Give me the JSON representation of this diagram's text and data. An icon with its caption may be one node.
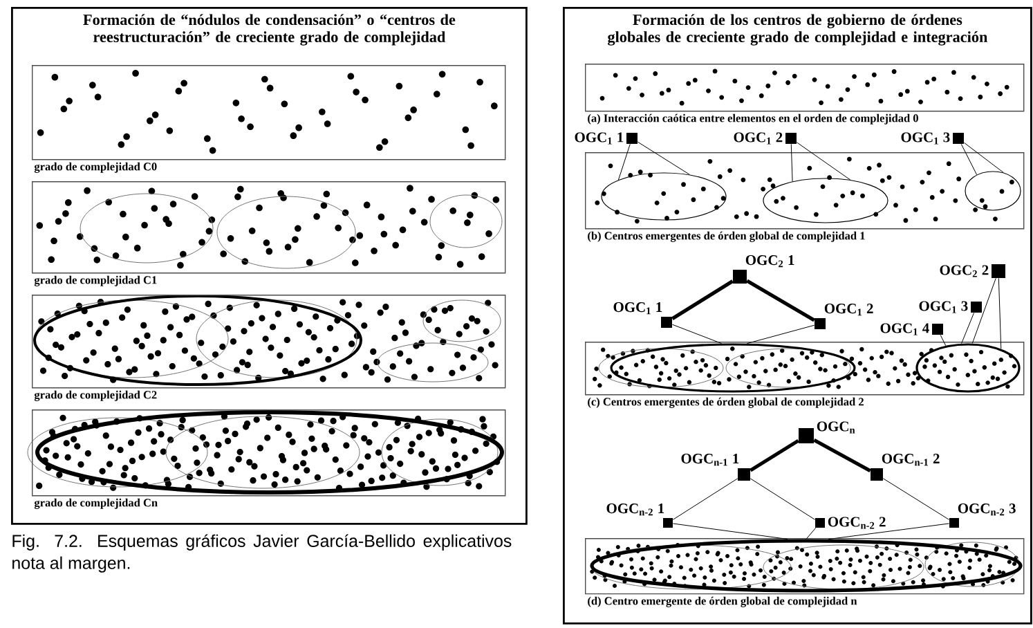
{
  "diagram": {
    "caption": "Fig. 7.2. Esquemas gráficos Javier García-Bellido explicativos nota al margen.",
    "nodes": [
      {
        "text": [
          "Formación de “nódulos de condensación” o “centros de reestructuración” de creciente grado de complejidad"
        ]
      },
      {
        "text": [
          "grado de complejidad C0"
        ],
        "in": 0
      },
      {
        "text": [
          "grado de complejidad C1"
        ],
        "in": 0
      },
      {
        "text": [
          "grado de complejidad C2"
        ],
        "in": 0
      },
      {
        "text": [
          "grado de complejidad Cn"
        ],
        "in": 0
      },
      {
        "text": [
          "Formación de los centros de gobierno de órdenes globales de creciente grado de complejidad e integración"
        ]
      },
      {
        "text": [
          "(a) Interacción caótica entre elementos en el orden de complejidad 0"
        ],
        "in": 5
      },
      {
        "text": [
          "(b) Centros emergentes de órden global de complejidad 1"
        ],
        "in": 5
      },
      {
        "text": [
          "(c) Centros emergentes de órden global de complejidad 2"
        ],
        "in": 5
      },
      {
        "text": [
          "(d) Centro emergente de órden global de complejidad n"
        ],
        "in": 5
      },
      {
        "text": [
          "OGC$_{1}$ 1"
        ],
        "in": 5
      },
      {
        "text": [
          "OGC$_{1}$ 2"
        ],
        "in": 5
      },
      {
        "text": [
          "OGC$_{1}$ 3"
        ],
        "in": 5
      },
      {
        "text": [],
        "shape": "ellipse",
        "in": 7
      },
      {
        "text": [],
        "shape": "ellipse",
        "in": 7
      },
      {
        "text": [],
        "shape": "ellipse",
        "in": 7
      },
      {
        "text": [
          "OGC$_{2}$ 1"
        ],
        "in": 5
      },
      {
        "text": [
          "OGC$_{2}$ 2"
        ],
        "in": 5
      },
      {
        "text": [
          "OGC$_{1}$ 1"
        ],
        "in": 5
      },
      {
        "text": [
          "OGC$_{1}$ 2"
        ],
        "in": 5
      },
      {
        "text": [
          "OGC$_{1}$ 3"
        ],
        "in": 5
      },
      {
        "text": [
          "OGC$_{1}$ 4"
        ],
        "in": 5
      },
      {
        "text": [],
        "shape": "ellipse",
        "in": 8
      },
      {
        "text": [],
        "shape": "ellipse",
        "in": 8
      },
      {
        "text": [
          "OGC$_{n}$"
        ],
        "in": 5
      },
      {
        "text": [
          "OGC$_{n-1}$ 1"
        ],
        "in": 5
      },
      {
        "text": [
          "OGC$_{n-1}$ 2"
        ],
        "in": 5
      },
      {
        "text": [
          "OGC$_{n-2}$ 1"
        ],
        "in": 5
      },
      {
        "text": [
          "OGC$_{n-2}$ 2"
        ],
        "in": 5
      },
      {
        "text": [
          "OGC$_{n-2}$ 3"
        ],
        "in": 5
      },
      {
        "text": [],
        "shape": "ellipse",
        "in": 9
      }
    ],
    "edges": [
      {
        "from": 10,
        "to": 13,
        "arrow": "none"
      },
      {
        "from": 10,
        "to": 13,
        "arrow": "none"
      },
      {
        "from": 11,
        "to": 14,
        "arrow": "none"
      },
      {
        "from": 11,
        "to": 14,
        "arrow": "none"
      },
      {
        "from": 12,
        "to": 15,
        "arrow": "none"
      },
      {
        "from": 12,
        "to": 15,
        "arrow": "none"
      },
      {
        "from": 16,
        "to": 18,
        "arrow": "none",
        "style": "thick"
      },
      {
        "from": 16,
        "to": 19,
        "arrow": "none",
        "style": "thick"
      },
      {
        "from": 18,
        "to": 22,
        "arrow": "none"
      },
      {
        "from": 19,
        "to": 22,
        "arrow": "none"
      },
      {
        "from": 17,
        "to": 23,
        "arrow": "none"
      },
      {
        "from": 17,
        "to": 23,
        "arrow": "none"
      },
      {
        "from": 20,
        "to": 23,
        "arrow": "none"
      },
      {
        "from": 21,
        "to": 23,
        "arrow": "none"
      },
      {
        "from": 24,
        "to": 25,
        "arrow": "none",
        "style": "thick"
      },
      {
        "from": 24,
        "to": 26,
        "arrow": "none",
        "style": "thick"
      },
      {
        "from": 25,
        "to": 27,
        "arrow": "none"
      },
      {
        "from": 25,
        "to": 28,
        "arrow": "none"
      },
      {
        "from": 26,
        "to": 29,
        "arrow": "none"
      },
      {
        "from": 27,
        "to": 30,
        "arrow": "none"
      },
      {
        "from": 28,
        "to": 30,
        "arrow": "none"
      },
      {
        "from": 29,
        "to": 30,
        "arrow": "none"
      }
    ]
  }
}
